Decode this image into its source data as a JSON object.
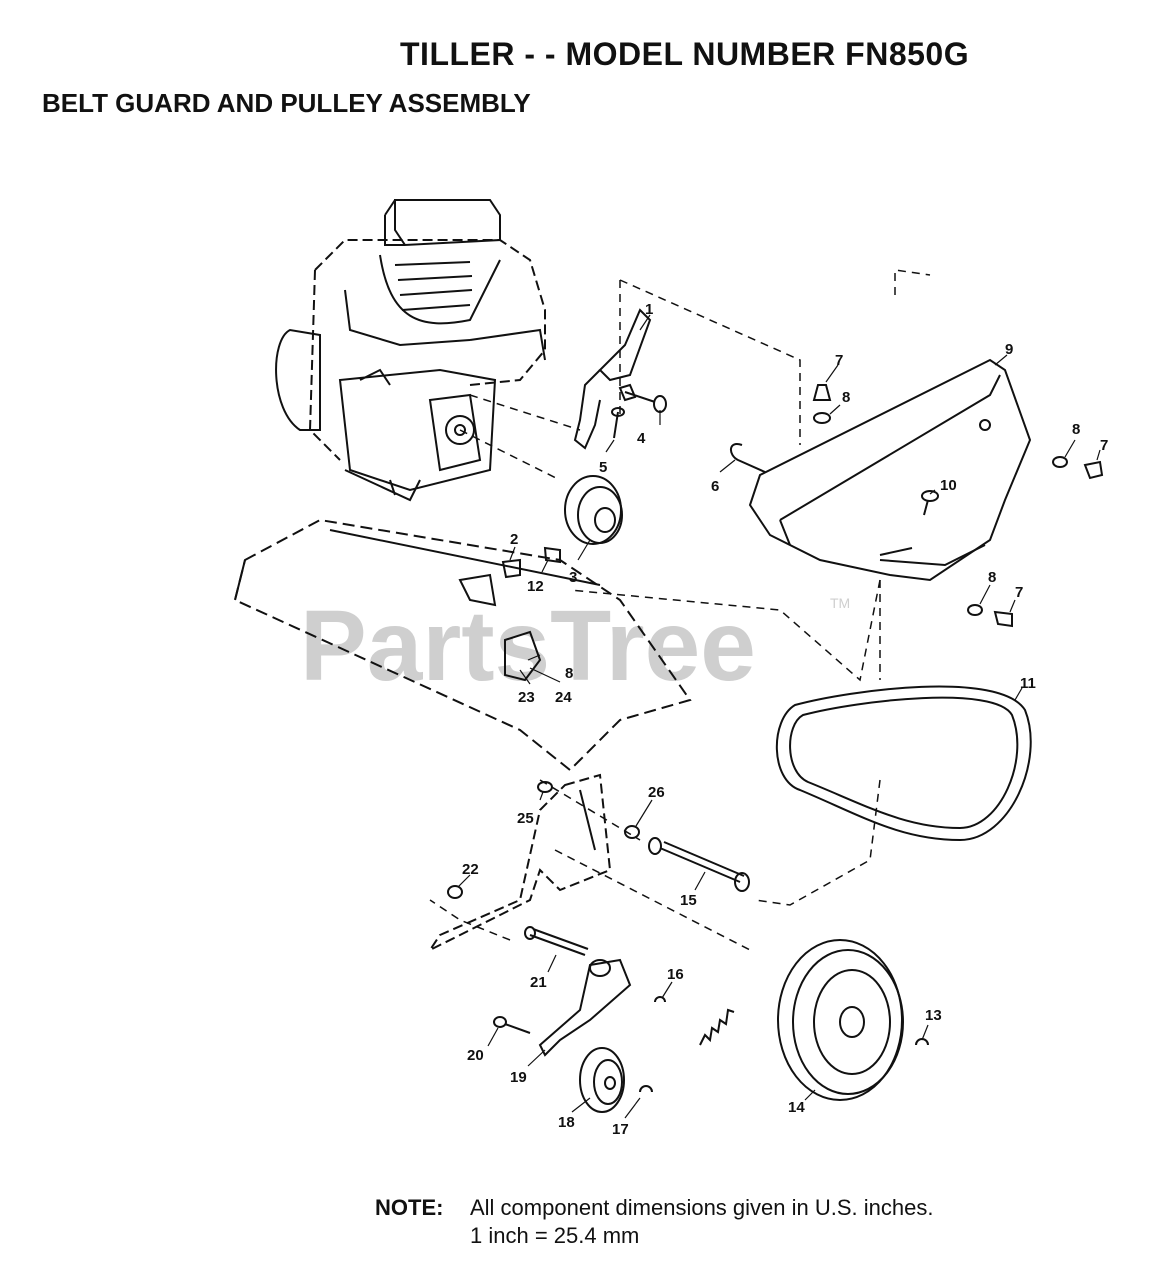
{
  "header": {
    "title": "TILLER - - MODEL NUMBER FN850G",
    "subtitle": "BELT GUARD AND PULLEY ASSEMBLY"
  },
  "watermark": {
    "text": "PartsTree",
    "tm": "TM"
  },
  "callouts": [
    {
      "id": "c1",
      "text": "1"
    },
    {
      "id": "c2",
      "text": "2"
    },
    {
      "id": "c3",
      "text": "3"
    },
    {
      "id": "c4",
      "text": "4"
    },
    {
      "id": "c5",
      "text": "5"
    },
    {
      "id": "c6",
      "text": "6"
    },
    {
      "id": "c7a",
      "text": "7"
    },
    {
      "id": "c7b",
      "text": "7"
    },
    {
      "id": "c7c",
      "text": "7"
    },
    {
      "id": "c8a",
      "text": "8"
    },
    {
      "id": "c8b",
      "text": "8"
    },
    {
      "id": "c8c",
      "text": "8"
    },
    {
      "id": "c8d",
      "text": "8"
    },
    {
      "id": "c9",
      "text": "9"
    },
    {
      "id": "c10",
      "text": "10"
    },
    {
      "id": "c11",
      "text": "11"
    },
    {
      "id": "c12",
      "text": "12"
    },
    {
      "id": "c13",
      "text": "13"
    },
    {
      "id": "c14",
      "text": "14"
    },
    {
      "id": "c15",
      "text": "15"
    },
    {
      "id": "c16",
      "text": "16"
    },
    {
      "id": "c17",
      "text": "17"
    },
    {
      "id": "c18",
      "text": "18"
    },
    {
      "id": "c19",
      "text": "19"
    },
    {
      "id": "c20",
      "text": "20"
    },
    {
      "id": "c21",
      "text": "21"
    },
    {
      "id": "c22",
      "text": "22"
    },
    {
      "id": "c23",
      "text": "23"
    },
    {
      "id": "c24",
      "text": "24"
    },
    {
      "id": "c25",
      "text": "25"
    },
    {
      "id": "c26",
      "text": "26"
    }
  ],
  "note": {
    "label": "NOTE:",
    "line1": "All component dimensions given in U.S. inches.",
    "line2": "1 inch = 25.4 mm"
  }
}
